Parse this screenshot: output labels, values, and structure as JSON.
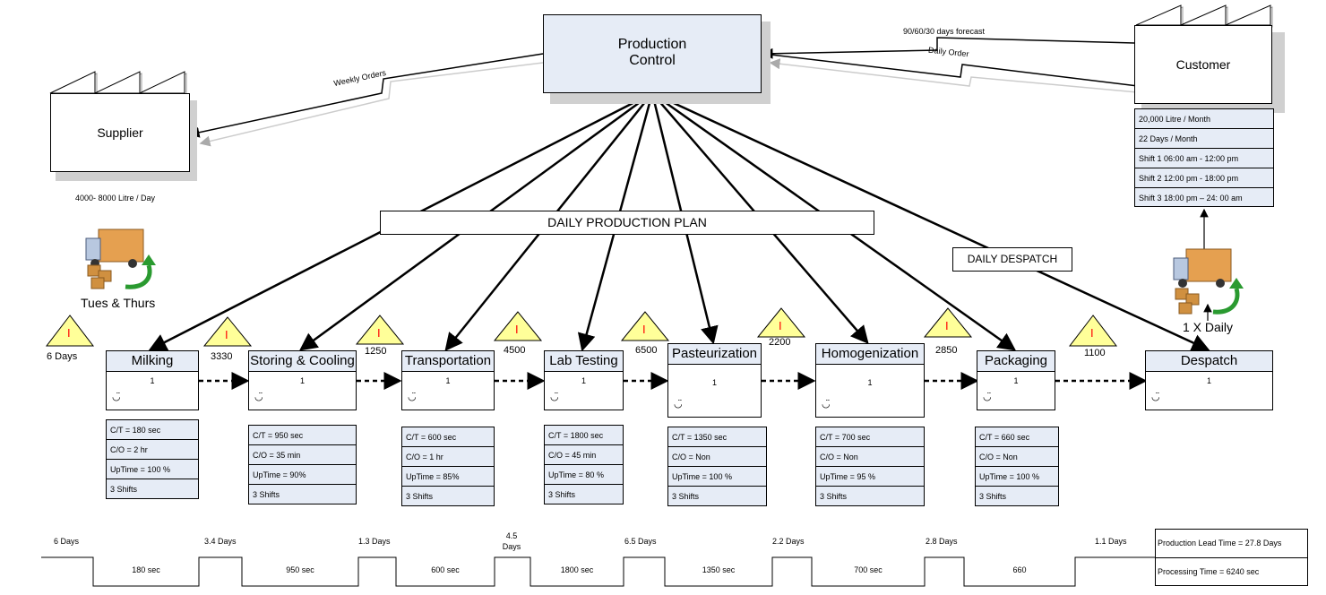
{
  "production_control": {
    "line1": "Production",
    "line2": "Control"
  },
  "supplier": {
    "label": "Supplier",
    "volume": "4000- 8000 Litre / Day",
    "delivery": "Tues & Thurs"
  },
  "customer": {
    "label": "Customer",
    "forecast": "90/60/30 days forecast",
    "daily_order": "Daily Order",
    "info": [
      "20,000 Litre / Month",
      "22 Days / Month",
      "Shift 1 06:00 am - 12:00 pm",
      "Shift 2 12:00 pm - 18:00 pm",
      "Shift 3 18:00 pm – 24: 00 am"
    ],
    "delivery": "1 X Daily"
  },
  "weekly_orders": "Weekly Orders",
  "daily_plan": "DAILY PRODUCTION PLAN",
  "daily_despatch": "DAILY DESPATCH",
  "inventory": [
    {
      "label": "6 Days"
    },
    {
      "label": "3330"
    },
    {
      "label": "1250"
    },
    {
      "label": "4500"
    },
    {
      "label": "6500"
    },
    {
      "label": "2200"
    },
    {
      "label": "2850"
    },
    {
      "label": "1100"
    }
  ],
  "inventory_mark": "I",
  "processes": [
    {
      "name": "Milking",
      "num": "1",
      "data": [
        "C/T = 180 sec",
        "C/O = 2 hr",
        " UpTime = 100 %",
        "3 Shifts"
      ]
    },
    {
      "name": "Storing & Cooling",
      "num": "1",
      "data": [
        "C/T = 950 sec",
        "C/O = 35 min",
        " UpTime = 90%",
        "3 Shifts"
      ]
    },
    {
      "name": "Transportation",
      "num": "1",
      "data": [
        "C/T = 600 sec",
        "C/O = 1 hr",
        " UpTime = 85%",
        "3 Shifts"
      ]
    },
    {
      "name": "Lab Testing",
      "num": "1",
      "data": [
        "C/T = 1800 sec",
        "C/O = 45 min",
        " UpTime = 80 %",
        "3 Shifts"
      ]
    },
    {
      "name": "Pasteurization",
      "num": "1",
      "data": [
        "C/T = 1350 sec",
        "C/O = Non",
        " UpTime = 100 %",
        "3 Shifts"
      ]
    },
    {
      "name": "Homogenization",
      "num": "1",
      "data": [
        "C/T = 700 sec",
        "C/O = Non",
        " UpTime = 95 %",
        "3 Shifts"
      ]
    },
    {
      "name": "Packaging",
      "num": "1",
      "data": [
        "C/T = 660 sec",
        "C/O = Non",
        " UpTime = 100 %",
        "3 Shifts"
      ]
    },
    {
      "name": "Despatch",
      "num": "1",
      "data": []
    }
  ],
  "timeline": {
    "days": [
      "6 Days",
      "3.4 Days",
      "1.3 Days",
      "4.5\nDays",
      "6.5 Days",
      "2.2 Days",
      "2.8 Days",
      "1.1 Days"
    ],
    "times": [
      "180 sec",
      "950 sec",
      "600 sec",
      "1800 sec",
      "1350 sec",
      "700 sec",
      "660"
    ],
    "lead_time": "Production Lead Time = 27.8 Days",
    "processing_time": "Processing Time = 6240 sec"
  },
  "colors": {
    "box_fill": "#e6ecf6",
    "triangle": "#ffff99",
    "inventory_mark": "#ff0000"
  }
}
